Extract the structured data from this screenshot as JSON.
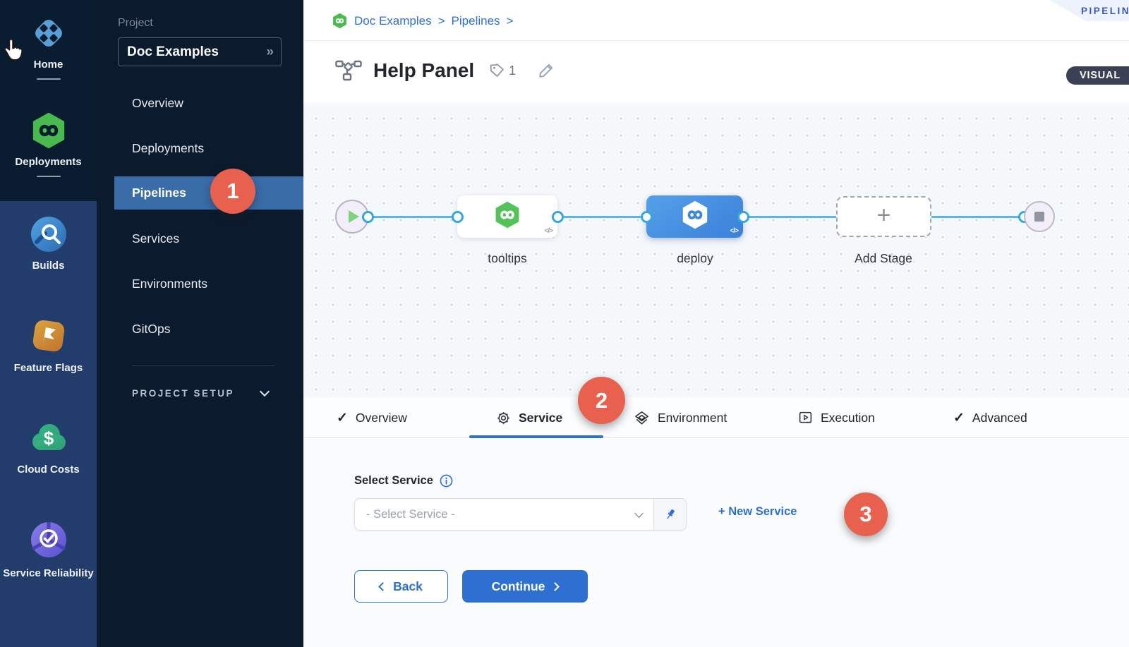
{
  "module_nav": {
    "items": [
      {
        "label": "Home",
        "icon": "home-icon"
      },
      {
        "label": "Deployments",
        "icon": "deployments-icon"
      },
      {
        "label": "Builds",
        "icon": "builds-icon"
      },
      {
        "label": "Feature Flags",
        "icon": "feature-flags-icon"
      },
      {
        "label": "Cloud Costs",
        "icon": "cloud-costs-icon"
      },
      {
        "label": "Service Reliability",
        "icon": "service-reliability-icon"
      }
    ]
  },
  "project_nav": {
    "section_label": "Project",
    "project_name": "Doc Examples",
    "items": [
      {
        "label": "Overview"
      },
      {
        "label": "Deployments"
      },
      {
        "label": "Pipelines",
        "selected": true
      },
      {
        "label": "Services"
      },
      {
        "label": "Environments"
      },
      {
        "label": "GitOps"
      }
    ],
    "setup_label": "PROJECT SETUP"
  },
  "header": {
    "breadcrumb": [
      {
        "label": "Doc Examples"
      },
      {
        "label": "Pipelines"
      }
    ],
    "title": "Help Panel",
    "tag_count": "1",
    "ribbon_label": "PIPELIN",
    "view_mode": "VISUAL"
  },
  "canvas": {
    "nodes": [
      {
        "label": "tooltips"
      },
      {
        "label": "deploy"
      },
      {
        "label": "Add Stage"
      }
    ]
  },
  "tabs": [
    {
      "label": "Overview"
    },
    {
      "label": "Service",
      "active": true
    },
    {
      "label": "Environment"
    },
    {
      "label": "Execution"
    },
    {
      "label": "Advanced"
    }
  ],
  "service_panel": {
    "label": "Select Service",
    "dropdown_placeholder": "- Select Service -",
    "new_service_label": "+ New Service",
    "back_label": "Back",
    "continue_label": "Continue"
  },
  "annotations": {
    "steps": [
      "1",
      "2",
      "3"
    ]
  },
  "icons": {
    "check": "✓",
    "double_chevron_right": "»",
    "breadcrumb_sep": ">",
    "plus": "+",
    "code": "</>"
  },
  "colors": {
    "accent_blue": "#2e6fd2",
    "annotation_red": "#e7614e",
    "selected_nav_blue": "#3a6ca8",
    "node_blue": "#3a80da",
    "connector_blue": "#5ab6ea",
    "sidebar_dark": "#0a1c30",
    "sidebar_module_blue": "#223c6b",
    "canvas_bg": "#f5f8fb"
  }
}
